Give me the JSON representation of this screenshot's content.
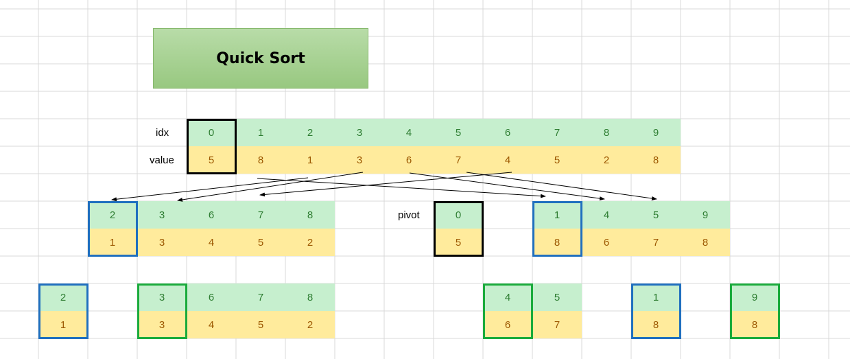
{
  "title": "Quick Sort",
  "labels": {
    "idx": "idx",
    "value": "value",
    "pivot": "pivot"
  },
  "main_row": {
    "idx": [
      "0",
      "1",
      "2",
      "3",
      "4",
      "5",
      "6",
      "7",
      "8",
      "9"
    ],
    "value": [
      "5",
      "8",
      "1",
      "3",
      "6",
      "7",
      "4",
      "5",
      "2",
      "8"
    ]
  },
  "left_partition": {
    "idx": [
      "2",
      "3",
      "6",
      "7",
      "8"
    ],
    "value": [
      "1",
      "3",
      "4",
      "5",
      "2"
    ]
  },
  "pivot_cell": {
    "idx": "0",
    "value": "5"
  },
  "right_partition": {
    "idx": [
      "1",
      "4",
      "5",
      "9"
    ],
    "value": [
      "8",
      "6",
      "7",
      "8"
    ]
  },
  "level2": {
    "a": {
      "idx": [
        "2"
      ],
      "value": [
        "1"
      ]
    },
    "b": {
      "idx": [
        "3",
        "6",
        "7",
        "8"
      ],
      "value": [
        "3",
        "4",
        "5",
        "2"
      ]
    },
    "c": {
      "idx": [
        "4",
        "5"
      ],
      "value": [
        "6",
        "7"
      ]
    },
    "d": {
      "idx": [
        "1"
      ],
      "value": [
        "8"
      ]
    },
    "e": {
      "idx": [
        "9"
      ],
      "value": [
        "8"
      ]
    }
  },
  "colors": {
    "idx_bg": "#c6efce",
    "idx_text": "#2e7d32",
    "value_bg": "#ffeb9c",
    "value_text": "#9c5700",
    "frame_black": "#000000",
    "frame_blue": "#1f6fbf",
    "frame_green": "#1aab3c"
  }
}
